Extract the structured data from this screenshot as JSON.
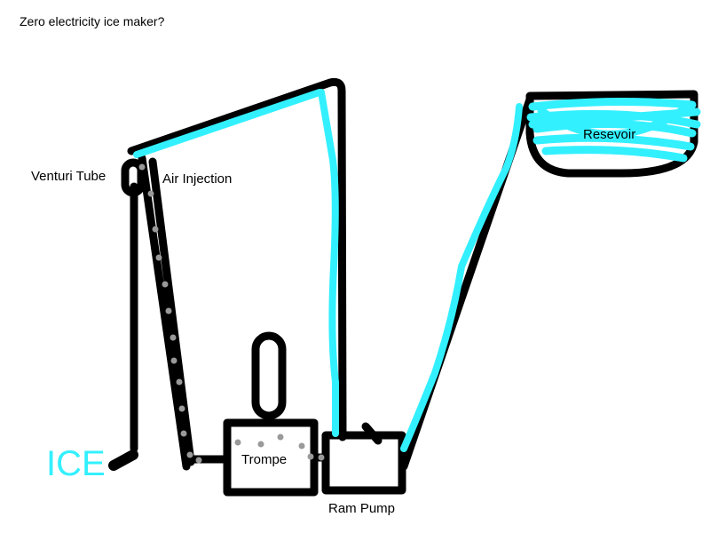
{
  "title": "Zero electricity ice maker?",
  "labels": {
    "venturi": "Venturi Tube",
    "air_injection": "Air Injection",
    "ice": "ICE",
    "trompe": "Trompe",
    "ram_pump": "Ram Pump",
    "reservoir": "Resevoir"
  },
  "colors": {
    "water": "#33f0ff",
    "pipe": "#000000",
    "air": "#999999"
  }
}
